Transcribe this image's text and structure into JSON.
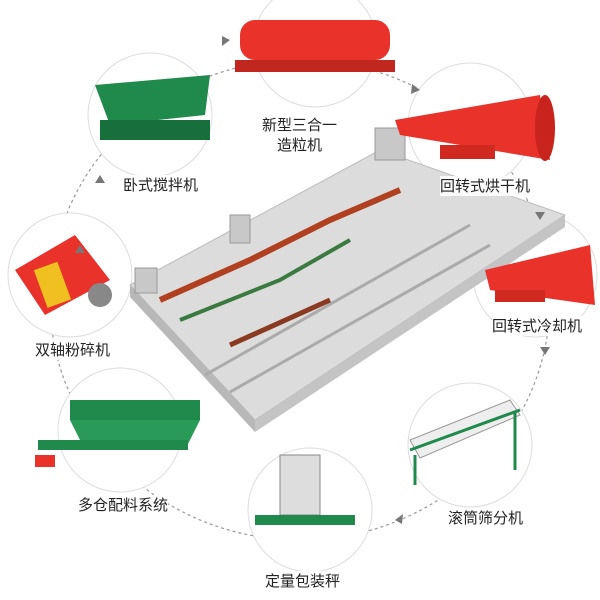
{
  "machines": [
    {
      "id": "granulator",
      "label_line1": "新型三合一",
      "label_line2": "造粒机"
    },
    {
      "id": "dryer",
      "label": "回转式烘干机"
    },
    {
      "id": "cooler",
      "label": "回转式冷却机"
    },
    {
      "id": "screener",
      "label": "滚筒筛分机"
    },
    {
      "id": "packer",
      "label": "定量包装秤"
    },
    {
      "id": "batching",
      "label": "多仓配料系统"
    },
    {
      "id": "crusher",
      "label": "双轴粉碎机"
    },
    {
      "id": "mixer",
      "label": "卧式搅拌机"
    }
  ],
  "colors": {
    "red": "#e8322a",
    "green": "#1f8a4c",
    "platform": "#d9d9d9",
    "ring": "#888888"
  }
}
